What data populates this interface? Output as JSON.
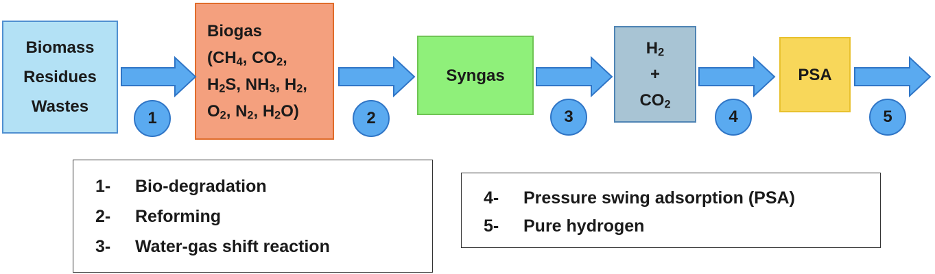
{
  "boxes": {
    "biomass": {
      "lines": [
        "Biomass",
        "Residues",
        "Wastes"
      ],
      "fill": "#b3e1f5"
    },
    "biogas": {
      "lines": [
        "Biogas",
        "(CH<sub>4</sub>, CO<sub>2</sub>,",
        "H<sub>2</sub>S, NH<sub>3</sub>, H<sub>2</sub>,",
        "O<sub>2</sub>, N<sub>2</sub>, H<sub>2</sub>O)"
      ],
      "fill": "#f4a07e"
    },
    "syngas": {
      "label": "Syngas",
      "fill": "#8ff07a"
    },
    "h2co2": {
      "lines": [
        "H<sub>2</sub>",
        "+",
        "CO<sub>2</sub>"
      ],
      "fill": "#a8c4d4"
    },
    "psa": {
      "label": "PSA",
      "fill": "#f8d75a"
    }
  },
  "steps": [
    "1",
    "2",
    "3",
    "4",
    "5"
  ],
  "legend": {
    "left": [
      {
        "num": "1-",
        "text": "Bio-degradation"
      },
      {
        "num": "2-",
        "text": "Reforming"
      },
      {
        "num": "3-",
        "text": "Water-gas shift reaction"
      }
    ],
    "right": [
      {
        "num": "4-",
        "text": "Pressure swing adsorption (PSA)"
      },
      {
        "num": "5-",
        "text": "Pure hydrogen"
      }
    ]
  },
  "colors": {
    "arrow": "#5aaaf0",
    "arrow_border": "#2f75c6",
    "circle": "#5aaaf0"
  }
}
